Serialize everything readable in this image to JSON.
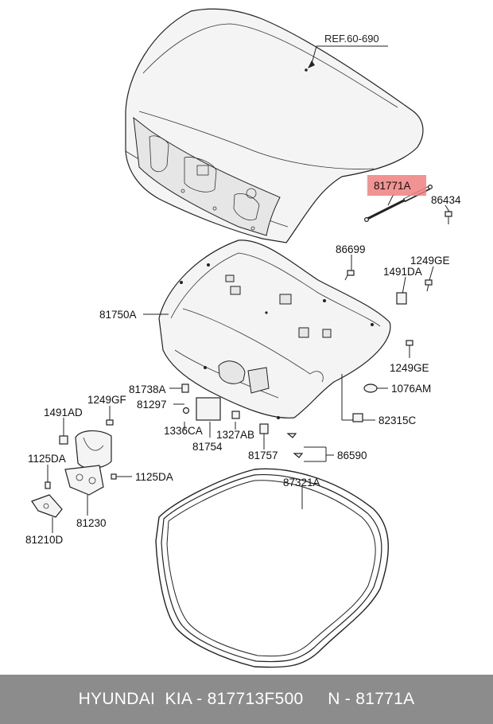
{
  "diagram": {
    "highlight_color": "#f08080",
    "labels": {
      "ref": "REF.60-690",
      "p81771A": "81771A",
      "p86434": "86434",
      "p86699": "86699",
      "p1249GE_top": "1249GE",
      "p1491DA_right": "1491DA",
      "p81750A": "81750A",
      "p1249GE_bottom": "1249GE",
      "p81738A": "81738A",
      "p1076AM": "1076AM",
      "p1249GF": "1249GF",
      "p81297": "81297",
      "p1491AD": "1491AD",
      "p82315C": "82315C",
      "p1336CA": "1336CA",
      "p1327AB": "1327AB",
      "p81754": "81754",
      "p81757": "81757",
      "p86590": "86590",
      "p1125DA_left": "1125DA",
      "p1125DA_right": "1125DA",
      "p87321A": "87321A",
      "p81230": "81230",
      "p81210D": "81210D"
    }
  },
  "footer": {
    "text": "HYUNDAI  KIA - 817713F500     N - 81771A"
  }
}
